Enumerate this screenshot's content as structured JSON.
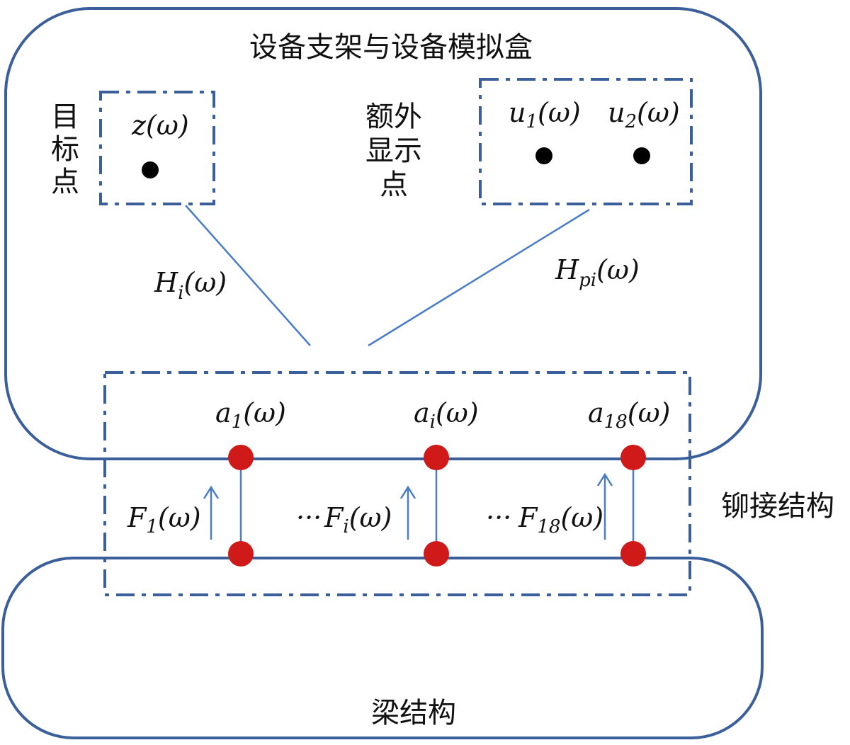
{
  "labels": {
    "equipment": "设备支架与设备模拟盒",
    "target": [
      "目",
      "标",
      "点"
    ],
    "extra": [
      "额外",
      "显示",
      "点"
    ],
    "rivet": "铆接结构",
    "beam": "梁结构"
  },
  "math": {
    "z": {
      "base": "z",
      "sub": "",
      "arg": "(ω)"
    },
    "u1": {
      "base": "u",
      "sub": "1",
      "arg": "(ω)"
    },
    "u2": {
      "base": "u",
      "sub": "2",
      "arg": "(ω)"
    },
    "Hi": {
      "base": "H",
      "sub": "i",
      "arg": "(ω)"
    },
    "Hpi": {
      "base": "H",
      "sub": "pi",
      "arg": "(ω)"
    },
    "a1": {
      "base": "a",
      "sub": "1",
      "arg": "(ω)"
    },
    "ai": {
      "base": "a",
      "sub": "i",
      "arg": "(ω)"
    },
    "a18": {
      "base": "a",
      "sub": "18",
      "arg": "(ω)"
    },
    "F1": {
      "base": "F",
      "sub": "1",
      "arg": "(ω)"
    },
    "Fi": {
      "base": "F",
      "sub": "i",
      "arg": "(ω)"
    },
    "F18": {
      "base": "F",
      "sub": "18",
      "arg": "(ω)"
    },
    "ellipsis": "···"
  },
  "colors": {
    "outline": "#3a5f9a",
    "connector": "#4a7cc8",
    "node": "#d01919"
  }
}
